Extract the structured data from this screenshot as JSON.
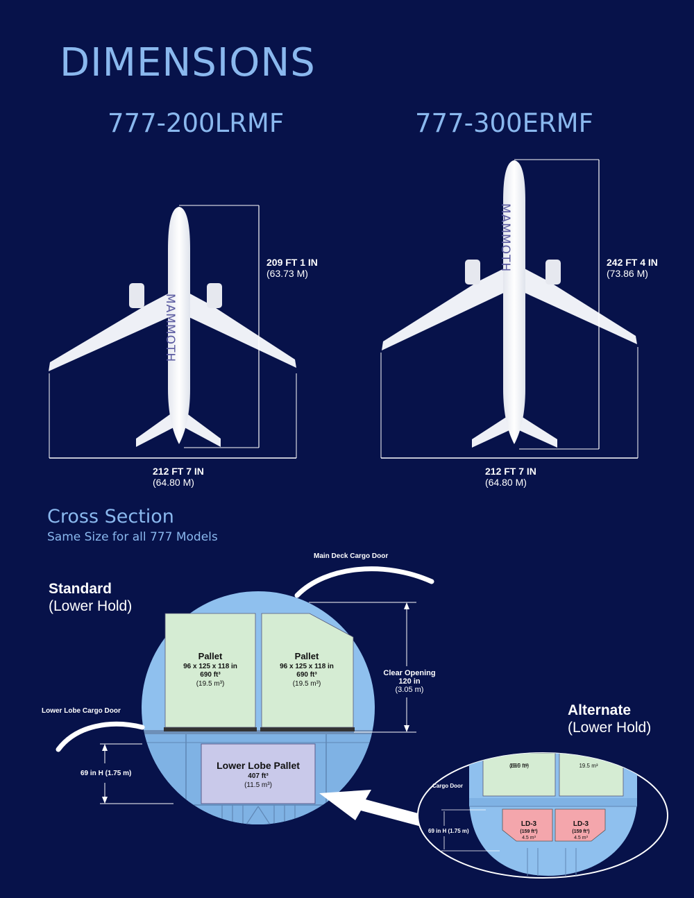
{
  "title": "DIMENSIONS",
  "aircraft": [
    {
      "model": "777-200LRMF",
      "length_ft": "209 FT 1 IN",
      "length_m": "(63.73 M)",
      "span_ft": "212 FT 7 IN",
      "span_m": "(64.80 M)",
      "livery": "MAMMOTH"
    },
    {
      "model": "777-300ERMF",
      "length_ft": "242 FT 4 IN",
      "length_m": "(73.86 M)",
      "span_ft": "212 FT 7 IN",
      "span_m": "(64.80 M)",
      "livery": "MAMMOTH"
    }
  ],
  "cross_section": {
    "title": "Cross Section",
    "subtitle": "Same Size for all 777 Models",
    "standard": {
      "label": "Standard",
      "sublabel": "(Lower Hold)"
    },
    "alternate": {
      "label": "Alternate",
      "sublabel": "(Lower Hold)"
    },
    "main_deck_door": "Main Deck Cargo Door",
    "lower_lobe_door": "Lower Lobe Cargo Door",
    "clear_opening": {
      "label": "Clear Opening",
      "value": "120 in",
      "metric": "(3.05 m)"
    },
    "lower_height": "69 in H (1.75 m)",
    "pallets": [
      {
        "name": "Pallet",
        "dims": "96 x 125 x 118 in",
        "volume": "690 ft³",
        "metric": "(19.5 m³)"
      },
      {
        "name": "Pallet",
        "dims": "96 x 125 x 118 in",
        "volume": "690 ft³",
        "metric": "(19.5 m³)"
      }
    ],
    "lower_pallet": {
      "name": "Lower Lobe Pallet",
      "volume": "407 ft³",
      "metric": "(11.5 m³)"
    },
    "alt_detail": {
      "top_volume_left": "(690 ft³)",
      "top_metric": "19.5 m³",
      "door": "Cargo Door",
      "height": "69 in H (1.75 m)",
      "containers": [
        {
          "name": "LD-3",
          "volume": "(159 ft³)",
          "metric": "4.5 m³"
        },
        {
          "name": "LD-3",
          "volume": "(159 ft³)",
          "metric": "4.5 m³"
        }
      ]
    }
  },
  "colors": {
    "background": "#07124a",
    "accent": "#8ab8ee",
    "fuselage": "#8fc0ee",
    "pallet": "#d5ecd3",
    "lower_pallet": "#c9c9ea",
    "ld3": "#f4a6ac"
  }
}
